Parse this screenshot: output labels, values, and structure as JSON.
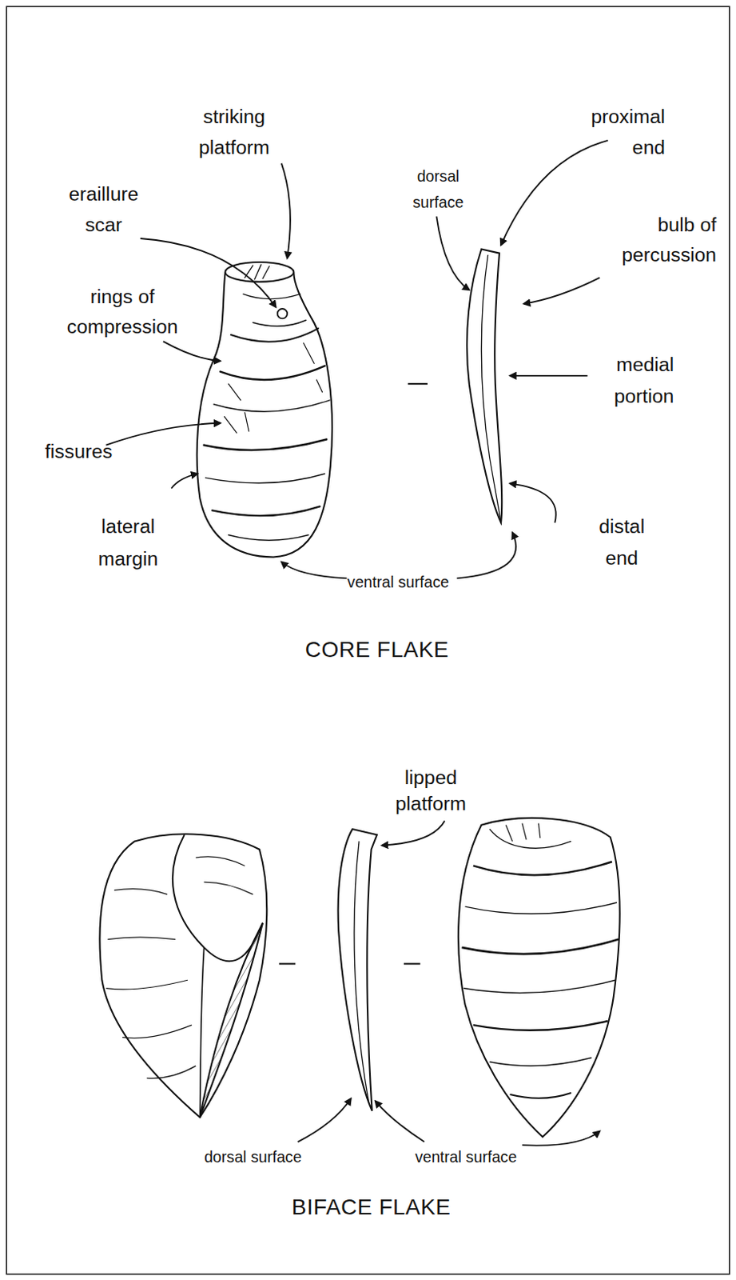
{
  "diagram": {
    "labels": [
      "striking platform",
      "proximal end",
      "eraillure scar",
      "dorsal surface",
      "bulb of percussion",
      "rings of compression",
      "medial portion",
      "fissures",
      "lateral margin",
      "distal end",
      "ventral surface",
      "CORE FLAKE",
      "lipped platform",
      "dorsal surface",
      "ventral surface",
      "BIFACE FLAKE"
    ]
  }
}
